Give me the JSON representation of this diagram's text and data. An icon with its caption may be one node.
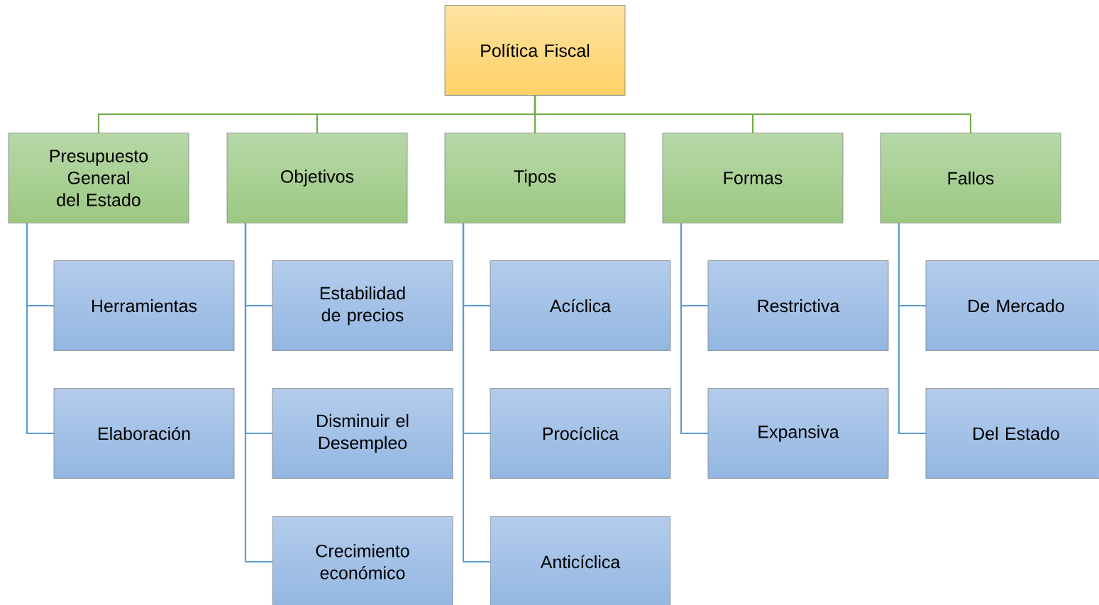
{
  "diagram": {
    "nodes": [
      {
        "text": [
          "Política Fiscal"
        ]
      },
      {
        "text": [
          "Presupuesto General del Estado"
        ]
      },
      {
        "text": [
          "Herramientas"
        ]
      },
      {
        "text": [
          "Elaboración"
        ]
      },
      {
        "text": [
          "Objetivos"
        ]
      },
      {
        "text": [
          "Estabilidad de precios"
        ]
      },
      {
        "text": [
          "Disminuir el Desempleo"
        ]
      },
      {
        "text": [
          "Crecimiento económico"
        ]
      },
      {
        "text": [
          "Tipos"
        ]
      },
      {
        "text": [
          "Acíclica"
        ]
      },
      {
        "text": [
          "Procíclica"
        ]
      },
      {
        "text": [
          "Anticíclica"
        ]
      },
      {
        "text": [
          "Formas"
        ]
      },
      {
        "text": [
          "Restrictiva"
        ]
      },
      {
        "text": [
          "Expansiva"
        ]
      },
      {
        "text": [
          "Fallos"
        ]
      },
      {
        "text": [
          "De Mercado"
        ]
      },
      {
        "text": [
          "Del Estado"
        ]
      }
    ],
    "edges": [
      {
        "from": 0,
        "to": 1,
        "arrow": "none",
        "color": "#70ad47"
      },
      {
        "from": 0,
        "to": 4,
        "arrow": "none",
        "color": "#70ad47"
      },
      {
        "from": 0,
        "to": 8,
        "arrow": "none",
        "color": "#70ad47"
      },
      {
        "from": 0,
        "to": 12,
        "arrow": "none",
        "color": "#70ad47"
      },
      {
        "from": 0,
        "to": 15,
        "arrow": "none",
        "color": "#70ad47"
      },
      {
        "from": 1,
        "to": 2,
        "arrow": "none"
      },
      {
        "from": 1,
        "to": 3,
        "arrow": "none"
      },
      {
        "from": 4,
        "to": 5,
        "arrow": "none"
      },
      {
        "from": 4,
        "to": 6,
        "arrow": "none"
      },
      {
        "from": 4,
        "to": 7,
        "arrow": "none"
      },
      {
        "from": 8,
        "to": 9,
        "arrow": "none"
      },
      {
        "from": 8,
        "to": 10,
        "arrow": "none"
      },
      {
        "from": 8,
        "to": 11,
        "arrow": "none"
      },
      {
        "from": 12,
        "to": 13,
        "arrow": "none"
      },
      {
        "from": 12,
        "to": 14,
        "arrow": "none"
      },
      {
        "from": 15,
        "to": 16,
        "arrow": "none"
      },
      {
        "from": 15,
        "to": 17,
        "arrow": "none"
      }
    ]
  }
}
